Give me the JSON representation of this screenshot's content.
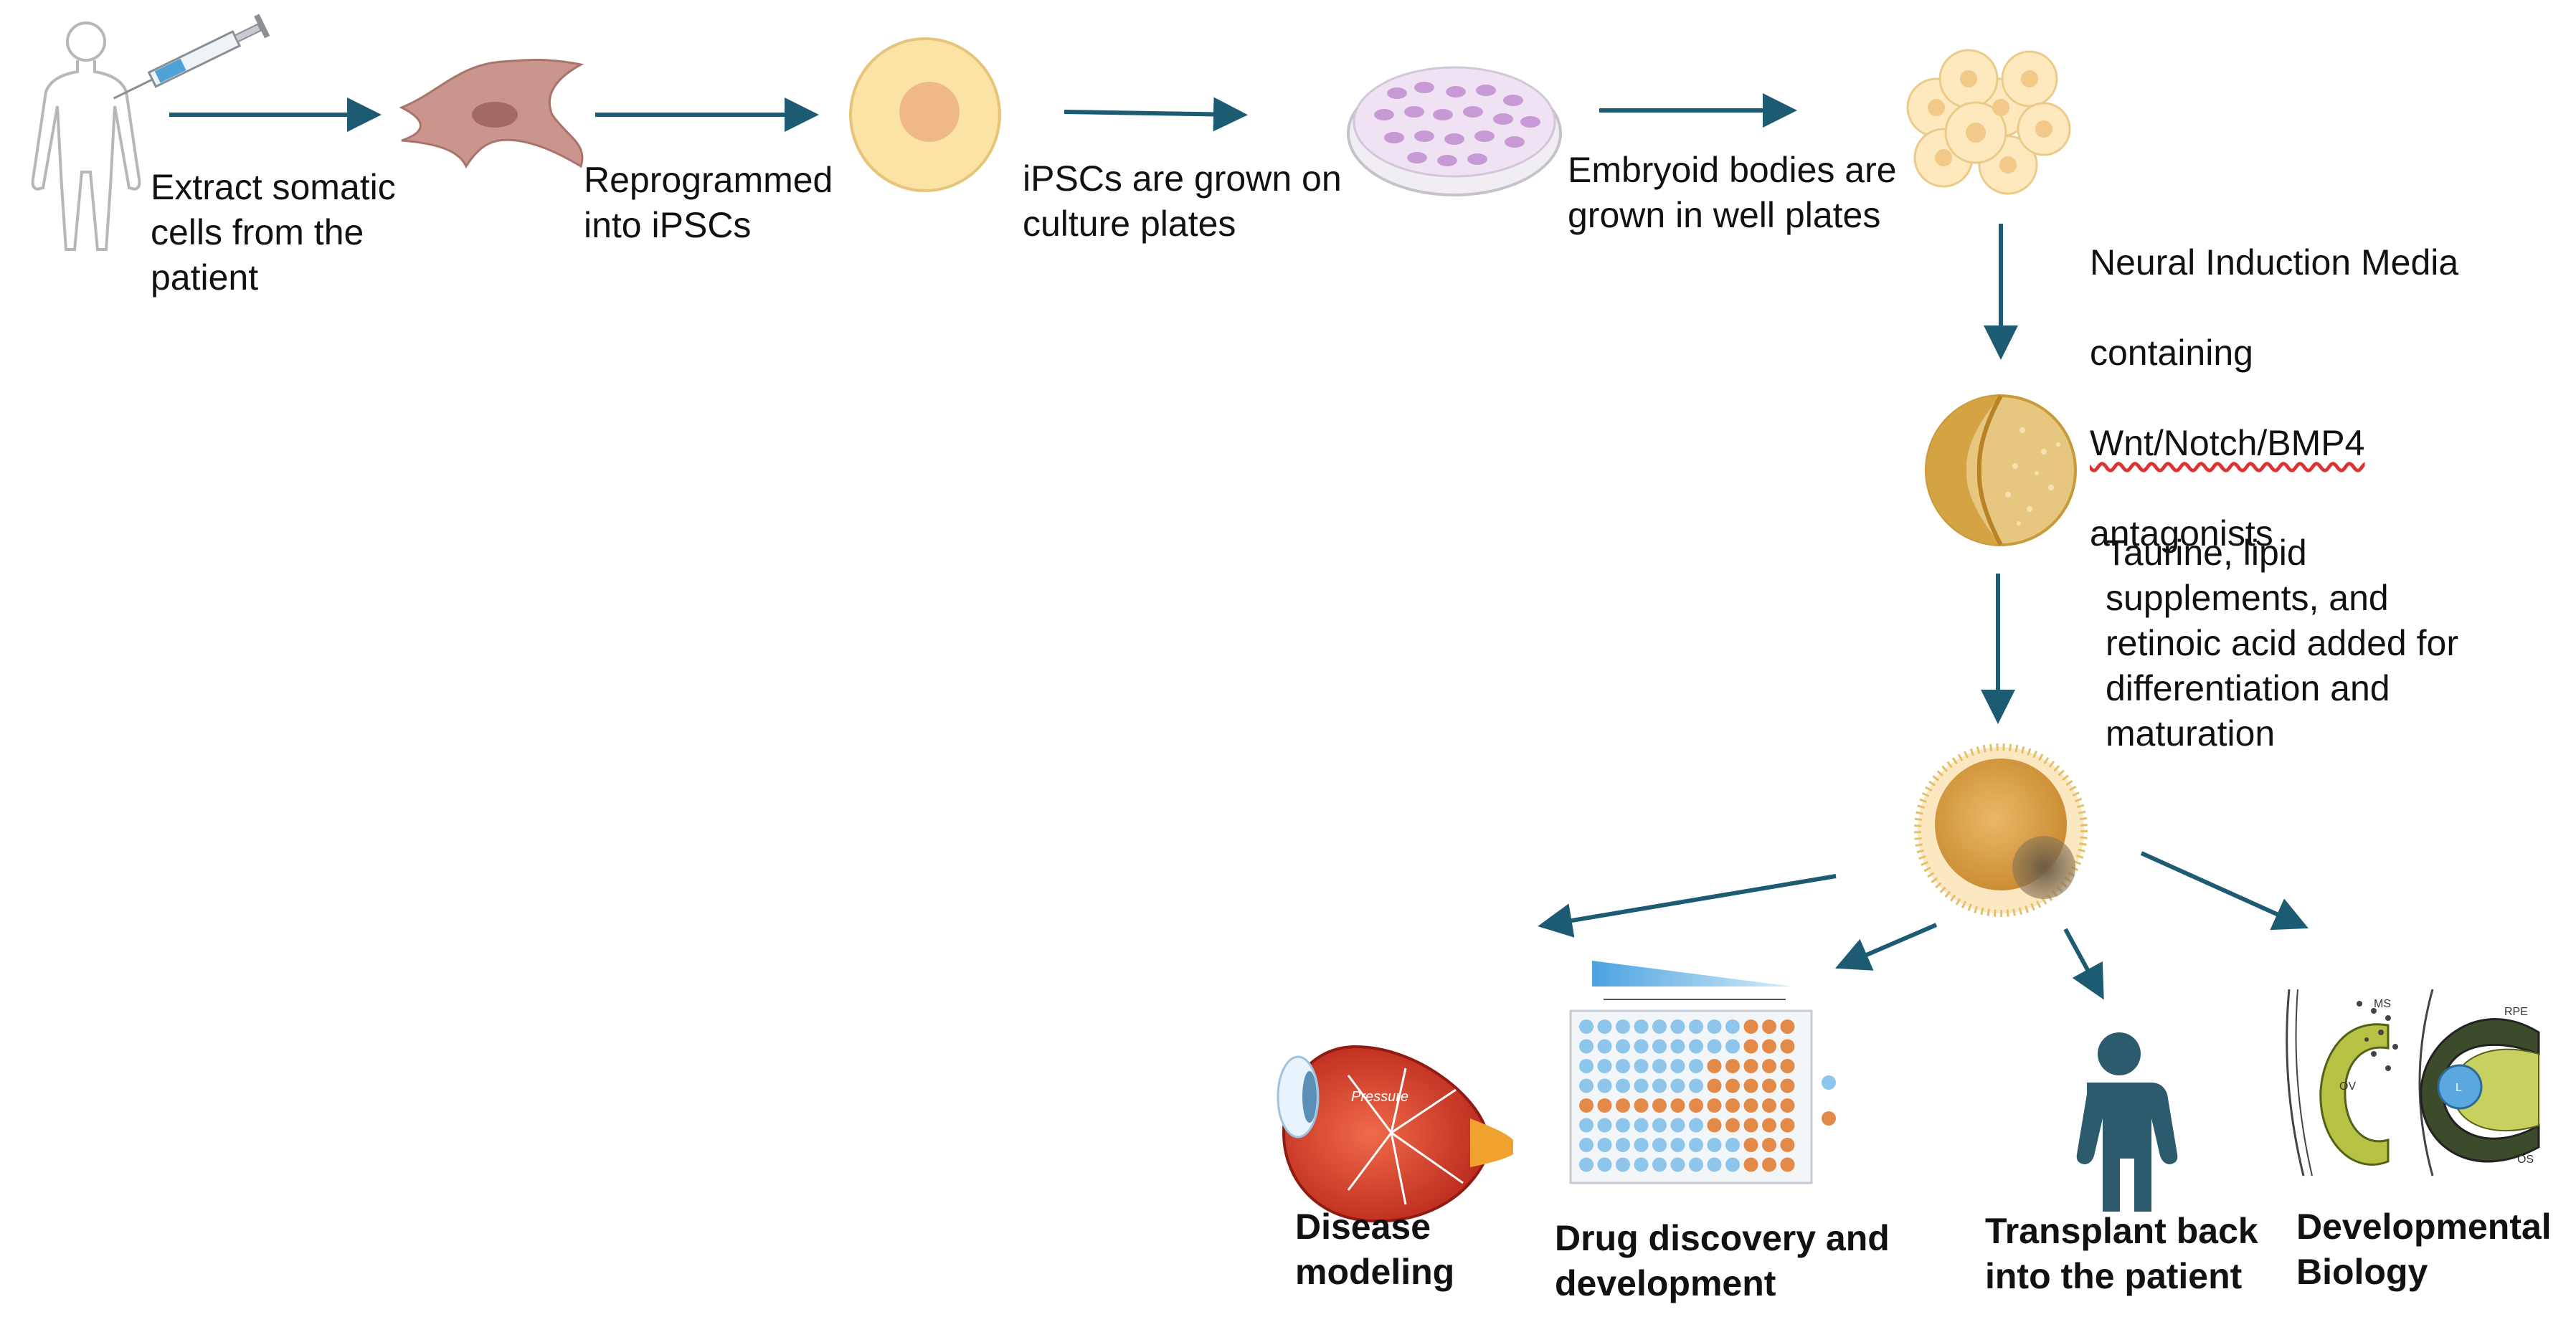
{
  "colors": {
    "arrow": "#1d5b72",
    "cell_fill": "#fbe3a6",
    "cell_nucleus": "#f0b98a",
    "fibroblast": "#c9958c",
    "organoid": "#d9a548",
    "eye_red": "#d9402e",
    "well_blue": "#8ec5ea",
    "well_orange": "#e48a48",
    "person": "#2d5b6e",
    "optic_green": "#9fae3f"
  },
  "steps": {
    "extract": "Extract somatic\ncells from the\npatient",
    "reprogram": "Reprogrammed\ninto iPSCs",
    "culture": "iPSCs are grown on\nculture plates",
    "embryoid": "Embryoid bodies are\ngrown in well plates",
    "neural_line1": "Neural Induction Media",
    "neural_line2": "containing",
    "neural_line3": "Wnt/Notch/BMP4",
    "neural_line4": "antagonists",
    "taurine": "Taurine, lipid\nsupplements, and\nretinoic acid added for\ndifferentiation and\nmaturation"
  },
  "applications": {
    "disease": "Disease\nmodeling",
    "drug": "Drug discovery and\ndevelopment",
    "transplant": "Transplant back\ninto the patient",
    "devbio": "Developmental\nBiology"
  },
  "figure_labels": {
    "eye_text": "Pressure",
    "ms": "MS",
    "ov": "OV",
    "rpe": "RPE",
    "os": "OS",
    "l": "L"
  }
}
